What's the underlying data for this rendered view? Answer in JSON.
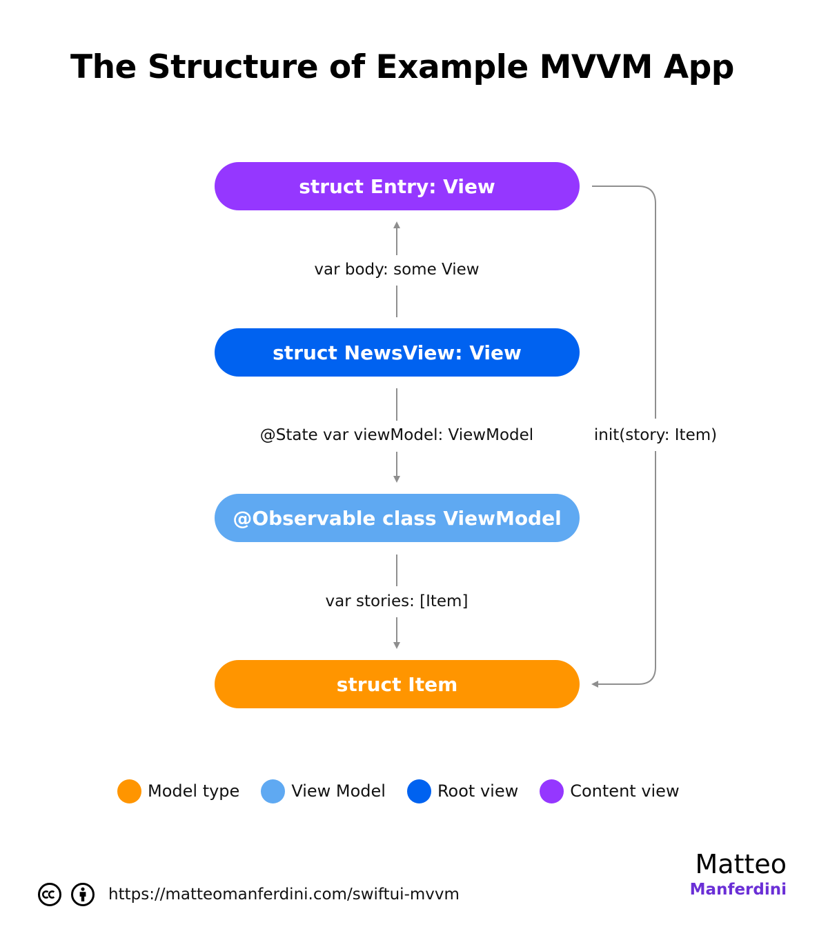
{
  "title": "The Structure of Example MVVM App",
  "nodes": [
    {
      "label": "struct Entry: View",
      "color": "#9537FF",
      "legend": "Content view"
    },
    {
      "label": "struct NewsView: View",
      "color": "#0062F0",
      "legend": "Root view"
    },
    {
      "label": "@Observable class ViewModel",
      "color": "#5FA9F2",
      "legend": "View Model"
    },
    {
      "label": "struct Item",
      "color": "#FF9500",
      "legend": "Model type"
    }
  ],
  "edges": [
    {
      "label": "var body: some View",
      "from": "struct NewsView: View",
      "to": "struct Entry: View"
    },
    {
      "label": "@State var viewModel: ViewModel",
      "from": "struct NewsView: View",
      "to": "@Observable class ViewModel"
    },
    {
      "label": "var stories: [Item]",
      "from": "@Observable class ViewModel",
      "to": "struct Item"
    },
    {
      "label": "init(story: Item)",
      "from": "struct Entry: View",
      "to": "struct Item"
    }
  ],
  "legend": [
    {
      "label": "Model type",
      "color": "#FF9500"
    },
    {
      "label": "View Model",
      "color": "#5FA9F2"
    },
    {
      "label": "Root view",
      "color": "#0062F0"
    },
    {
      "label": "Content view",
      "color": "#9537FF"
    }
  ],
  "footer": {
    "license_icons": [
      "creative-commons-icon",
      "attribution-icon"
    ],
    "url": "https://matteomanferdini.com/swiftui-mvvm"
  },
  "brand": {
    "first_name": "Matteo",
    "last_name": "Manferdini",
    "last_name_color": "#6A2FD6"
  },
  "connector_color": "#8E8E8E"
}
